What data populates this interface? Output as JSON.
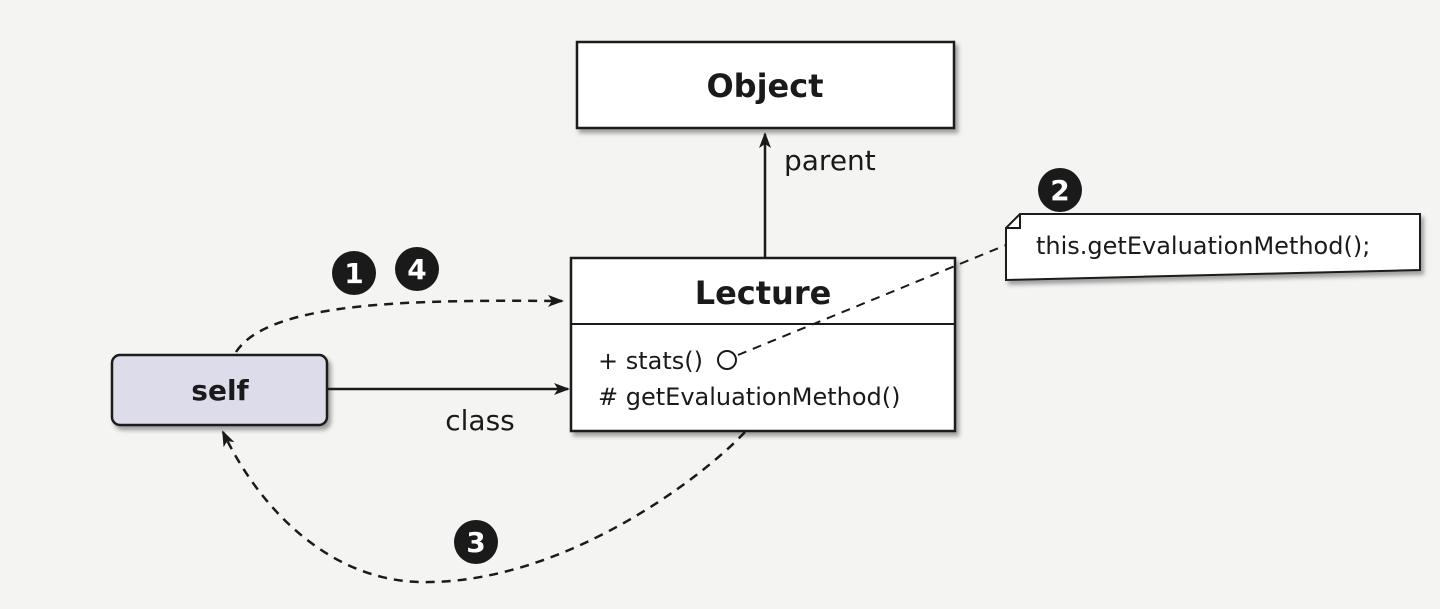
{
  "object_box": {
    "title": "Object"
  },
  "lecture_box": {
    "title": "Lecture",
    "methods": [
      "+ stats()",
      "# getEvaluationMethod()"
    ]
  },
  "self_box": {
    "label": "self"
  },
  "edges": {
    "parent_label": "parent",
    "class_label": "class"
  },
  "note": {
    "text": "this.getEvaluationMethod();"
  },
  "badges": {
    "first": "1",
    "second": "2",
    "third": "3",
    "fourth": "4"
  },
  "colors": {
    "self_fill": "#dcdcea",
    "box_fill": "#ffffff",
    "stroke": "#1a1a1a",
    "badge_fill": "#1a1a1a"
  }
}
